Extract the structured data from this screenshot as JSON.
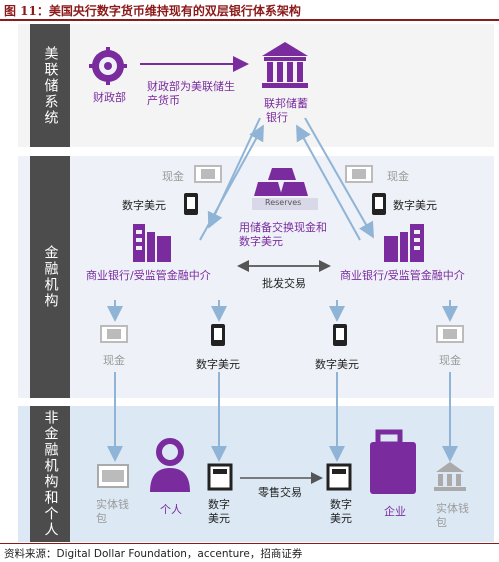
{
  "title": "图 11：美国央行数字货币维持现有的双层银行体系架构",
  "source": "资料来源：Digital Dollar Foundation，accenture，招商证券",
  "bands": {
    "federal": "美联储系统",
    "financial": "金融机构",
    "nonfinancial": "非金融机构和个人"
  },
  "nodes": {
    "treasury": "财政部",
    "treasury_note_line1": "财政部为美联储生",
    "treasury_note_line2": "产货币",
    "fed_line1": "联邦储蓄",
    "fed_line2": "银行",
    "cash": "现金",
    "digital_usd": "数字美元",
    "reserves_badge": "Reserves",
    "reserves_note_line1": "用储备交换现金和",
    "reserves_note_line2": "数字美元",
    "bank": "商业银行/受监管金融中介",
    "wholesale": "批发交易",
    "retail": "零售交易",
    "wallet_line1": "实体钱",
    "wallet_line2": "包",
    "person": "个人",
    "enterprise": "企业",
    "digital_line1": "数字",
    "digital_line2": "美元"
  },
  "colors": {
    "purple": "#7a2c9e",
    "gray_band": "#4c4c4c",
    "title_red": "#8b1a1a",
    "arrow_blue": "#8fb4d6"
  }
}
